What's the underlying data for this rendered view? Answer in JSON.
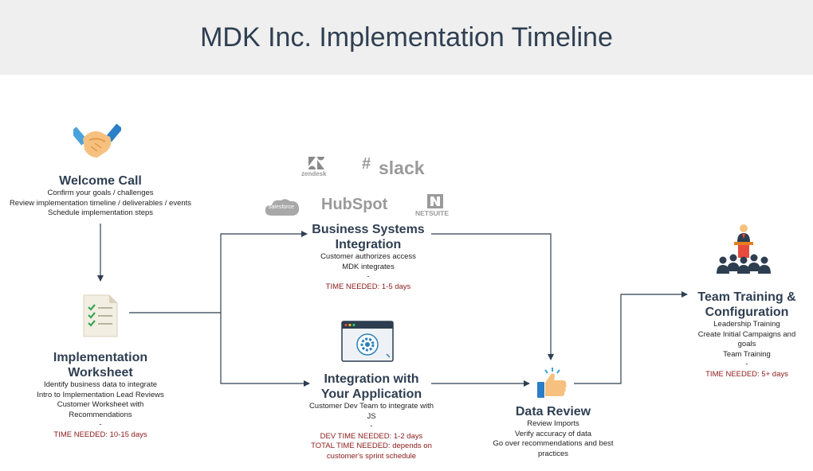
{
  "title": "MDK Inc. Implementation Timeline",
  "icons": {
    "welcome": "handshake-icon",
    "worksheet": "checklist-icon",
    "integration_app": "browser-gear-icon",
    "data_review": "thumbs-up-icon",
    "training": "presentation-audience-icon"
  },
  "logos": {
    "zendesk": "zendesk",
    "slack": "slack",
    "salesforce": "salesforce",
    "hubspot": "HubSpot",
    "netsuite": "NETSUITE"
  },
  "steps": {
    "welcome_call": {
      "title": "Welcome Call",
      "lines": [
        "Confirm your goals / challenges",
        "Review implementation timeline / deliverables / events",
        "Schedule implementation steps"
      ]
    },
    "implementation_worksheet": {
      "title_line1": "Implementation",
      "title_line2": "Worksheet",
      "lines": [
        "Identify business data to integrate",
        "Intro to Implementation Lead Reviews",
        "Customer Worksheet with",
        "Recommendations",
        "-"
      ],
      "time": "TIME NEEDED: 10-15 days"
    },
    "business_systems": {
      "title_line1": "Business Systems",
      "title_line2": "Integration",
      "lines": [
        "Customer authorizes access",
        "MDK integrates",
        "-"
      ],
      "time": "TIME NEEDED: 1-5 days"
    },
    "integration_app": {
      "title_line1": "Integration with",
      "title_line2": "Your Application",
      "lines": [
        "Customer Dev Team to integrate with",
        "JS",
        "-"
      ],
      "time_dev": "DEV TIME NEEDED: 1-2 days",
      "time_total_1": "TOTAL TIME NEEDED: depends on",
      "time_total_2": "customer's sprint schedule"
    },
    "data_review": {
      "title": "Data Review",
      "lines": [
        "Review Imports",
        "Verify accuracy of data",
        "Go over recommendations and best",
        "practices"
      ]
    },
    "team_training": {
      "title_line1": "Team Training &",
      "title_line2": "Configuration",
      "lines": [
        "Leadership Training",
        "Create Initial Campaigns and",
        "goals",
        "Team Training",
        "-"
      ],
      "time": "TIME NEEDED: 5+ days"
    }
  },
  "colors": {
    "title": "#2f3f52",
    "time": "#8b1a1a",
    "arrow": "#2f3f52",
    "header_bg": "#efefef"
  }
}
